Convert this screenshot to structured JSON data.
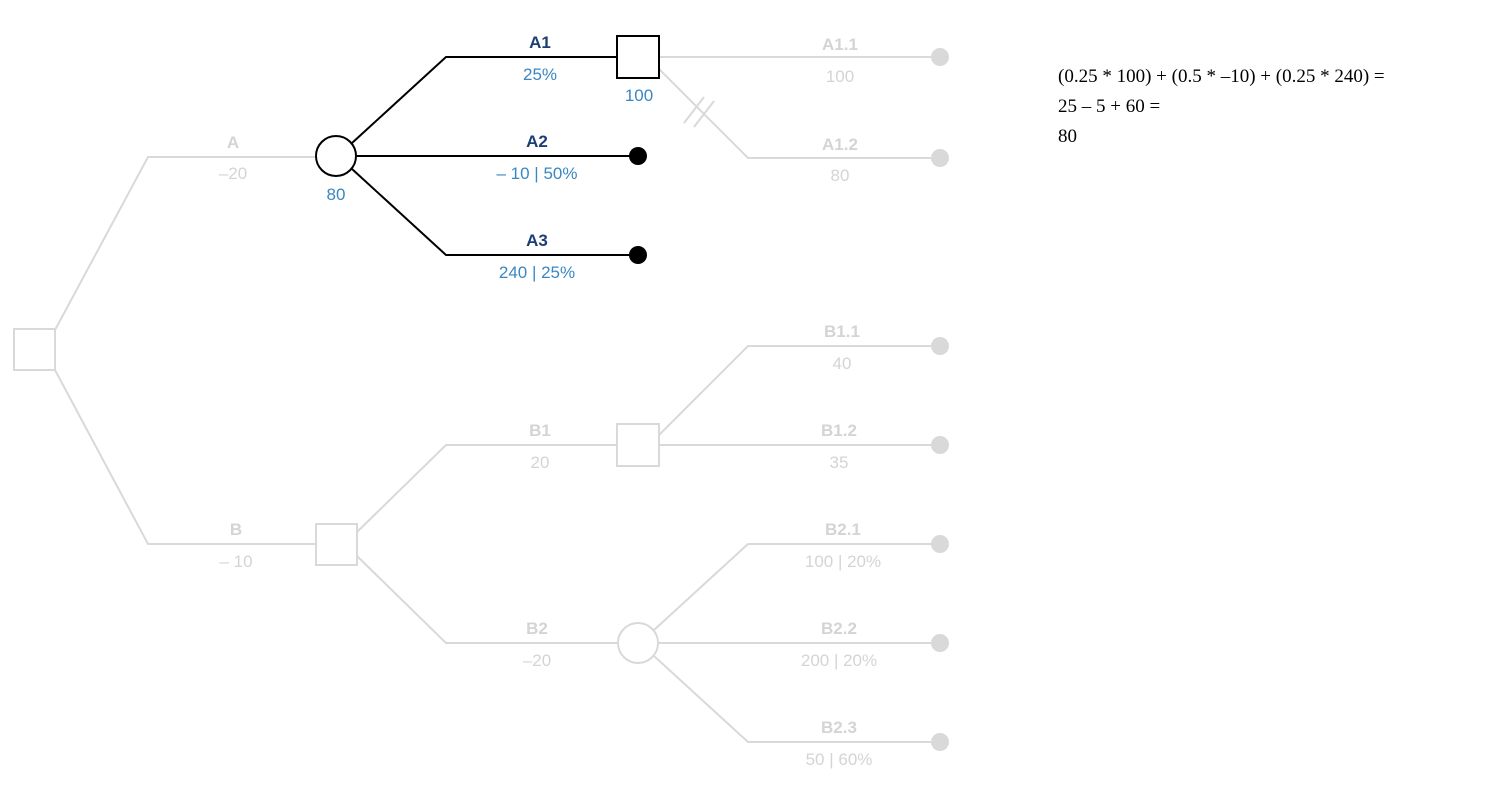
{
  "colors": {
    "highlight_name": "#1c3f73",
    "highlight_value": "#3a87c2",
    "dimmed": "#d4d4d4",
    "active_line": "#000000"
  },
  "nodes": {
    "A_chance_value": "80",
    "A1_decision_value": "100"
  },
  "branches": {
    "A": {
      "name": "A",
      "value": "–20"
    },
    "B": {
      "name": "B",
      "value": "– 10"
    },
    "A1": {
      "name": "A1",
      "value": "25%"
    },
    "A2": {
      "name": "A2",
      "value": "– 10 | 50%"
    },
    "A3": {
      "name": "A3",
      "value": "240 | 25%"
    },
    "A1_1": {
      "name": "A1.1",
      "value": "100"
    },
    "A1_2": {
      "name": "A1.2",
      "value": "80"
    },
    "B1": {
      "name": "B1",
      "value": "20"
    },
    "B2": {
      "name": "B2",
      "value": "–20"
    },
    "B1_1": {
      "name": "B1.1",
      "value": "40"
    },
    "B1_2": {
      "name": "B1.2",
      "value": "35"
    },
    "B2_1": {
      "name": "B2.1",
      "value": "100 | 20%"
    },
    "B2_2": {
      "name": "B2.2",
      "value": "200 | 20%"
    },
    "B2_3": {
      "name": "B2.3",
      "value": "50 | 60%"
    }
  },
  "formula": {
    "line1": "(0.25 * 100) + (0.5 * –10) + (0.25 * 240) =",
    "line2": "25 – 5 + 60 =",
    "line3": "80"
  }
}
